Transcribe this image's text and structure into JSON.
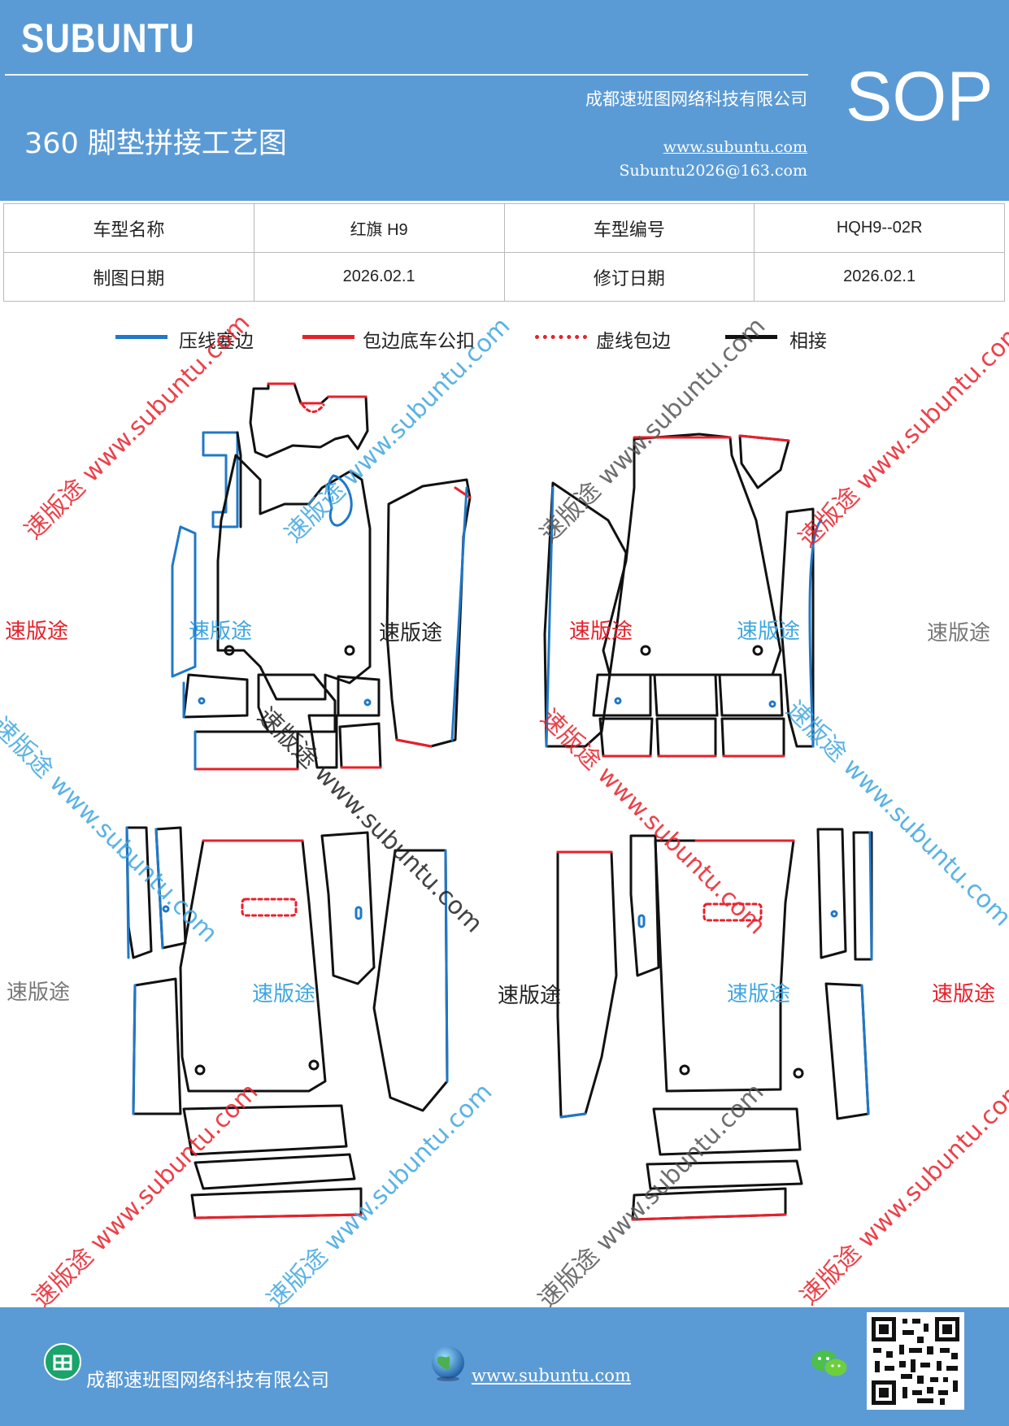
{
  "header": {
    "brand": "SUBUNTU",
    "company": "成都速班图网络科技有限公司",
    "title": "360 脚垫拼接工艺图",
    "website": "www.subuntu.com",
    "email": "Subuntu2026@163.com",
    "doc_type": "SOP"
  },
  "info_table": {
    "model_name_label": "车型名称",
    "model_name_value": "红旗 H9",
    "model_code_label": "车型编号",
    "model_code_value": "HQH9--02R",
    "draw_date_label": "制图日期",
    "draw_date_value": "2026.02.1",
    "revise_date_label": "修订日期",
    "revise_date_value": "2026.02.1"
  },
  "legend": {
    "items": [
      {
        "label": "压线塞边",
        "color": "#1f78c8",
        "style": "solid"
      },
      {
        "label": "包边底车公扣",
        "color": "#e8202a",
        "style": "solid"
      },
      {
        "label": "虚线包边",
        "color": "#e8202a",
        "style": "dotted"
      },
      {
        "label": "相接",
        "color": "#111111",
        "style": "solid"
      }
    ]
  },
  "watermark": {
    "brand_cn": "速版途",
    "url": "www.subuntu.com",
    "combined": "速版途 www.subuntu.com"
  },
  "colors": {
    "header_bg": "#5b9bd5",
    "blue_line": "#1f78c8",
    "red_line": "#e8202a",
    "black_line": "#111111"
  },
  "footer": {
    "company": "成都速班图网络科技有限公司",
    "website": "www.subuntu.com",
    "icons": [
      "company-icon",
      "globe-icon",
      "wechat-icon",
      "qr-code"
    ]
  }
}
